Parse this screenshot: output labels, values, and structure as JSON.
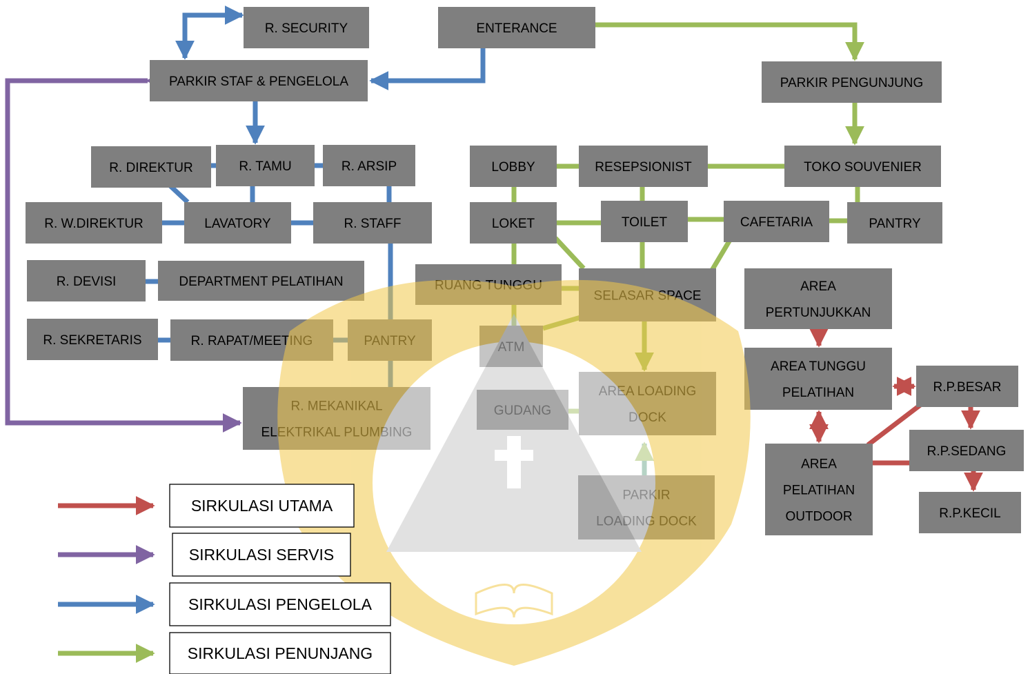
{
  "colors": {
    "node_fill": "#7f7f7f",
    "utama": "#c0504d",
    "servis": "#8064a2",
    "pengelola": "#4f81bd",
    "penunjang": "#9bbb59",
    "watermark": "#f2c94c"
  },
  "nodes": {
    "security": [
      "R. SECURITY"
    ],
    "enterance": [
      "ENTERANCE"
    ],
    "parkir_staf": [
      "PARKIR STAF & PENGELOLA"
    ],
    "parkir_pengunjung": [
      "PARKIR PENGUNJUNG"
    ],
    "direktur": [
      "R. DIREKTUR"
    ],
    "tamu": [
      "R. TAMU"
    ],
    "arsip": [
      "R. ARSIP"
    ],
    "w_direktur": [
      "R. W.DIREKTUR"
    ],
    "lavatory": [
      "LAVATORY"
    ],
    "staff": [
      "R. STAFF"
    ],
    "devisi": [
      "R. DEVISI"
    ],
    "dept_pelatihan": [
      "DEPARTMENT PELATIHAN"
    ],
    "sekretaris": [
      "R. SEKRETARIS"
    ],
    "rapat": [
      "R. RAPAT/MEETING"
    ],
    "pantry_staff": [
      "PANTRY"
    ],
    "mekanikal": [
      "R. MEKANIKAL",
      "ELEKTRIKAL PLUMBING"
    ],
    "lobby": [
      "LOBBY"
    ],
    "resepsionist": [
      "RESEPSIONIST"
    ],
    "toko": [
      "TOKO SOUVENIER"
    ],
    "loket": [
      "LOKET"
    ],
    "toilet": [
      "TOILET"
    ],
    "cafetaria": [
      "CAFETARIA"
    ],
    "pantry_public": [
      "PANTRY"
    ],
    "ruang_tunggu": [
      "RUANG TUNGGU"
    ],
    "selasar": [
      "SELASAR SPACE"
    ],
    "atm": [
      "ATM"
    ],
    "gudang": [
      "GUDANG"
    ],
    "loading_dock": [
      "AREA LOADING",
      "DOCK"
    ],
    "parkir_loading": [
      "PARKIR",
      "LOADING DOCK"
    ],
    "area_pertunjukkan": [
      "AREA",
      "PERTUNJUKKAN"
    ],
    "area_tunggu": [
      "AREA TUNGGU",
      "PELATIHAN"
    ],
    "rp_besar": [
      "R.P.BESAR"
    ],
    "rp_sedang": [
      "R.P.SEDANG"
    ],
    "rp_kecil": [
      "R.P.KECIL"
    ],
    "area_outdoor": [
      "AREA",
      "PELATIHAN",
      "OUTDOOR"
    ]
  },
  "legend": [
    {
      "key": "utama",
      "label": "SIRKULASI UTAMA"
    },
    {
      "key": "servis",
      "label": "SIRKULASI SERVIS"
    },
    {
      "key": "pengelola",
      "label": "SIRKULASI PENGELOLA"
    },
    {
      "key": "penunjang",
      "label": "SIRKULASI PENUNJANG"
    }
  ]
}
